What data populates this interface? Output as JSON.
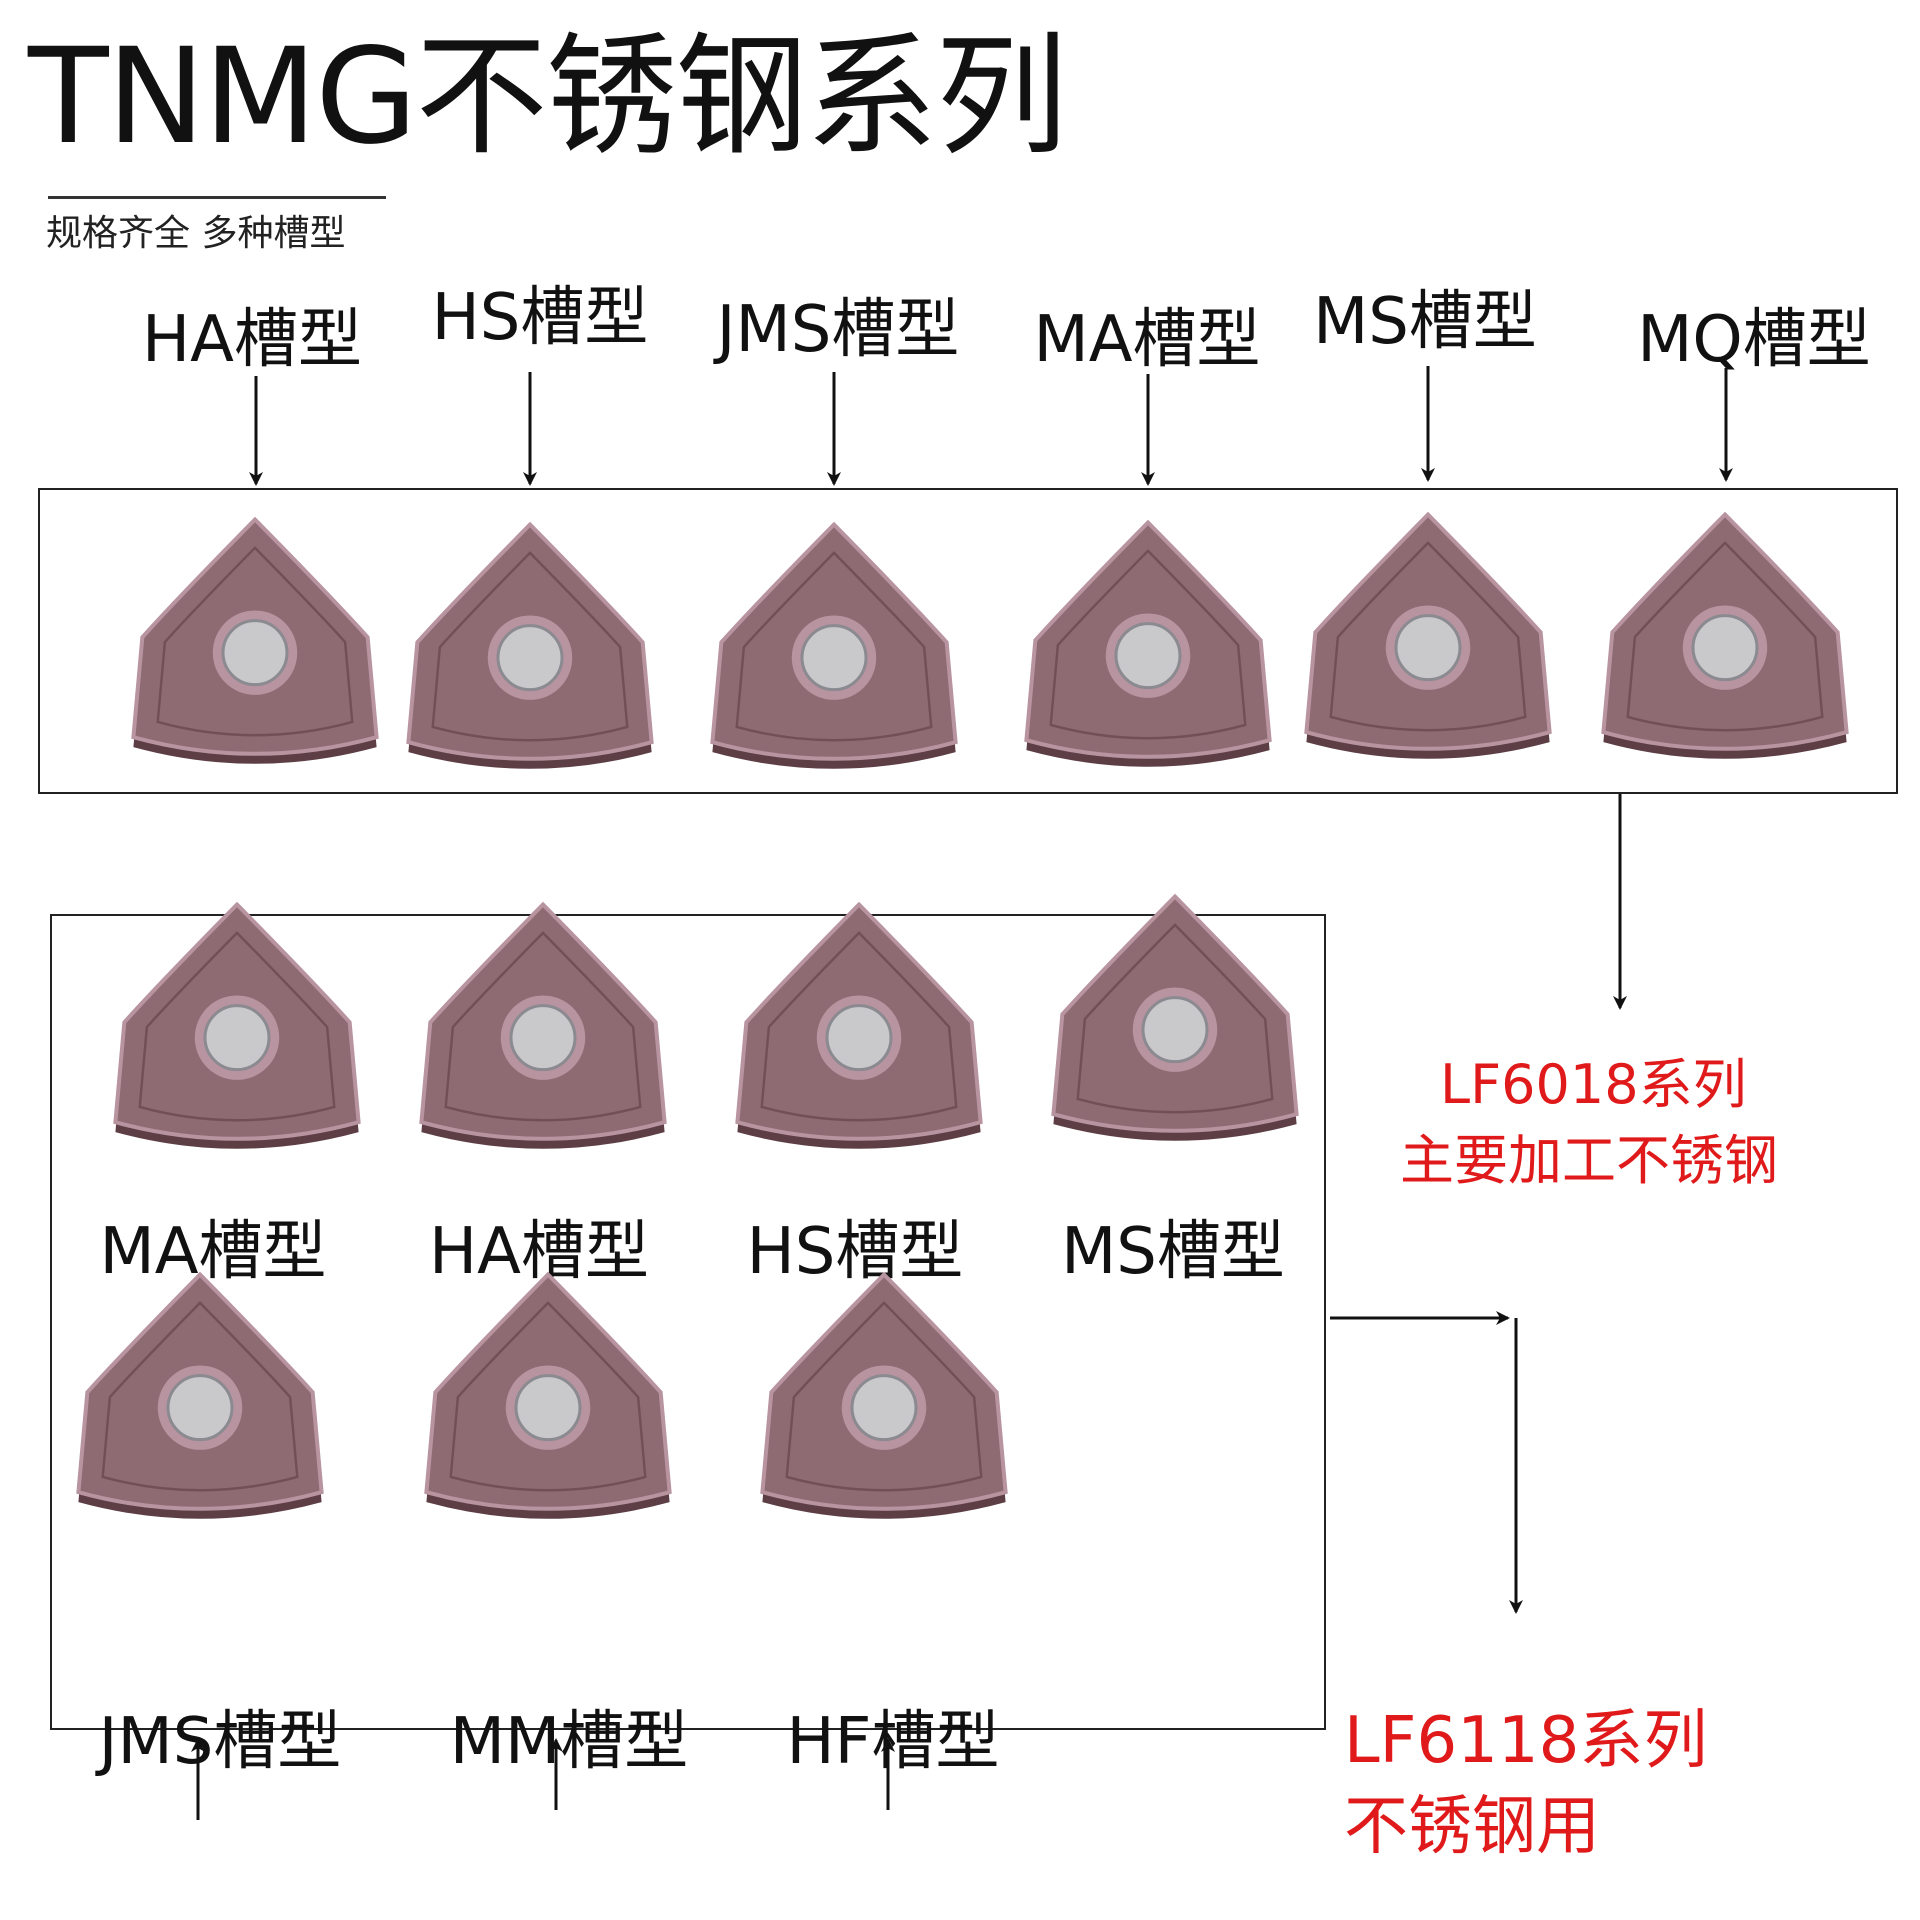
{
  "header": {
    "title": "TNMG不锈钢系列",
    "subtitle": "规格齐全 多种槽型"
  },
  "top_row": {
    "labels": [
      "HA槽型",
      "HS槽型",
      "JMS槽型",
      "MA槽型",
      "MS槽型",
      "MQ槽型"
    ]
  },
  "bottom_group": {
    "row1_labels": [
      "MA槽型",
      "HA槽型",
      "HS槽型",
      "MS槽型"
    ],
    "row2_labels": [
      "JMS槽型",
      "MM槽型",
      "HF槽型"
    ]
  },
  "callouts": {
    "lf6018": {
      "line1": "LF6018系列",
      "line2": "主要加工不锈钢"
    },
    "lf6118": {
      "line1": "LF6118系列",
      "line2": "不锈钢用"
    }
  },
  "colors": {
    "insert_body": "#8e6a72",
    "insert_edge": "#5d3e45",
    "insert_highlight": "#b893a0",
    "bore": "#c9c9cc",
    "callout_text": "#e01a1a"
  },
  "icons": {
    "insert": "carbide-insert-icon",
    "arrow": "arrow-icon"
  }
}
